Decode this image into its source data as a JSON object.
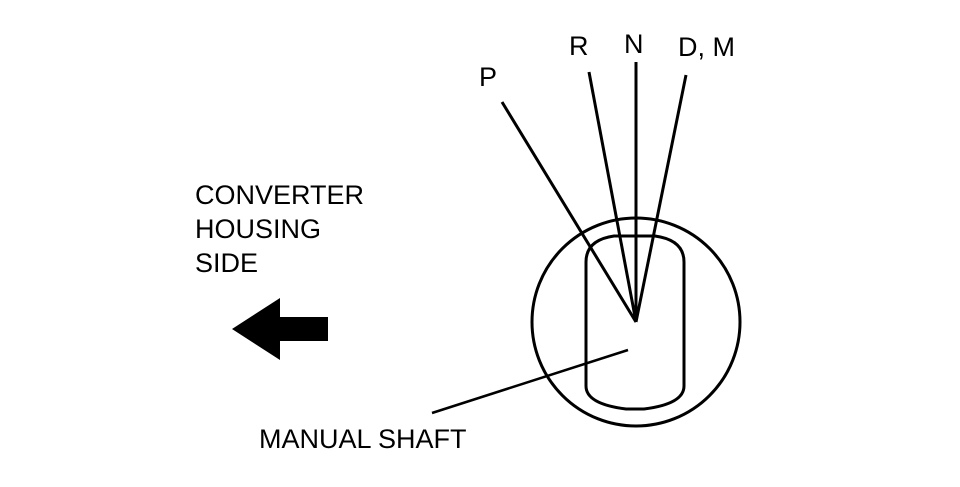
{
  "diagram": {
    "positions": {
      "p": "P",
      "r": "R",
      "n": "N",
      "dm": "D, M"
    },
    "side_label_lines": [
      "CONVERTER",
      "HOUSING",
      "SIDE"
    ],
    "shaft_label": "MANUAL SHAFT",
    "line_color": "#000000",
    "background_color": "#ffffff"
  }
}
